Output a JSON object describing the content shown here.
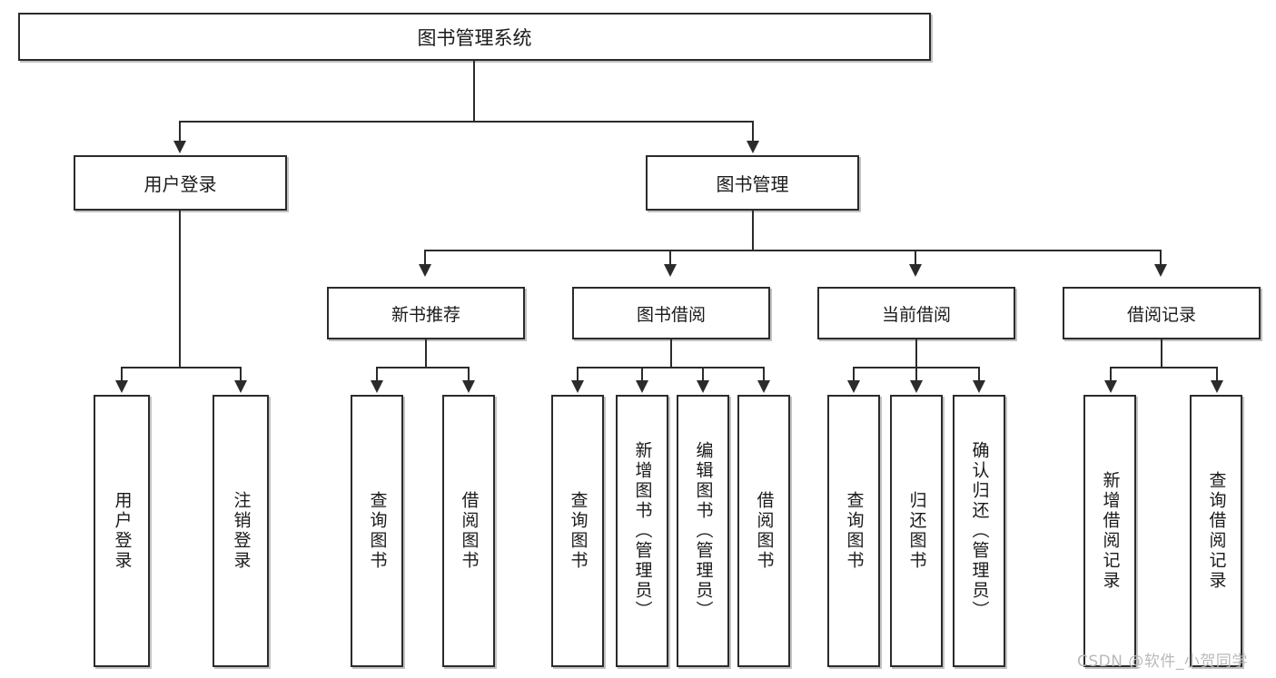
{
  "diagram": {
    "title": "图书管理系统",
    "type": "hierarchy-tree",
    "root": {
      "label": "图书管理系统"
    },
    "level2": [
      {
        "label": "用户登录"
      },
      {
        "label": "图书管理"
      }
    ],
    "level3": [
      {
        "label": "新书推荐"
      },
      {
        "label": "图书借阅"
      },
      {
        "label": "当前借阅"
      },
      {
        "label": "借阅记录"
      }
    ],
    "leaves": {
      "user_login": [
        {
          "label": "用户登录"
        },
        {
          "label": "注销登录"
        }
      ],
      "new_book_recommend": [
        {
          "label": "查询图书"
        },
        {
          "label": "借阅图书"
        }
      ],
      "book_borrow": [
        {
          "label": "查询图书"
        },
        {
          "label": "新增图书（管理员）"
        },
        {
          "label": "编辑图书（管理员）"
        },
        {
          "label": "借阅图书"
        }
      ],
      "current_borrow": [
        {
          "label": "查询图书"
        },
        {
          "label": "归还图书"
        },
        {
          "label": "确认归还（管理员）"
        }
      ],
      "borrow_record": [
        {
          "label": "新增借阅记录"
        },
        {
          "label": "查询借阅记录"
        }
      ]
    }
  },
  "watermark": {
    "text": "CSDN @软件_小贺同学"
  },
  "colors": {
    "box_border": "#2b2b2b",
    "box_fill": "#ffffff",
    "text": "#1a1a1a",
    "connector": "#2b2b2b",
    "watermark": "#b9b9b9"
  }
}
